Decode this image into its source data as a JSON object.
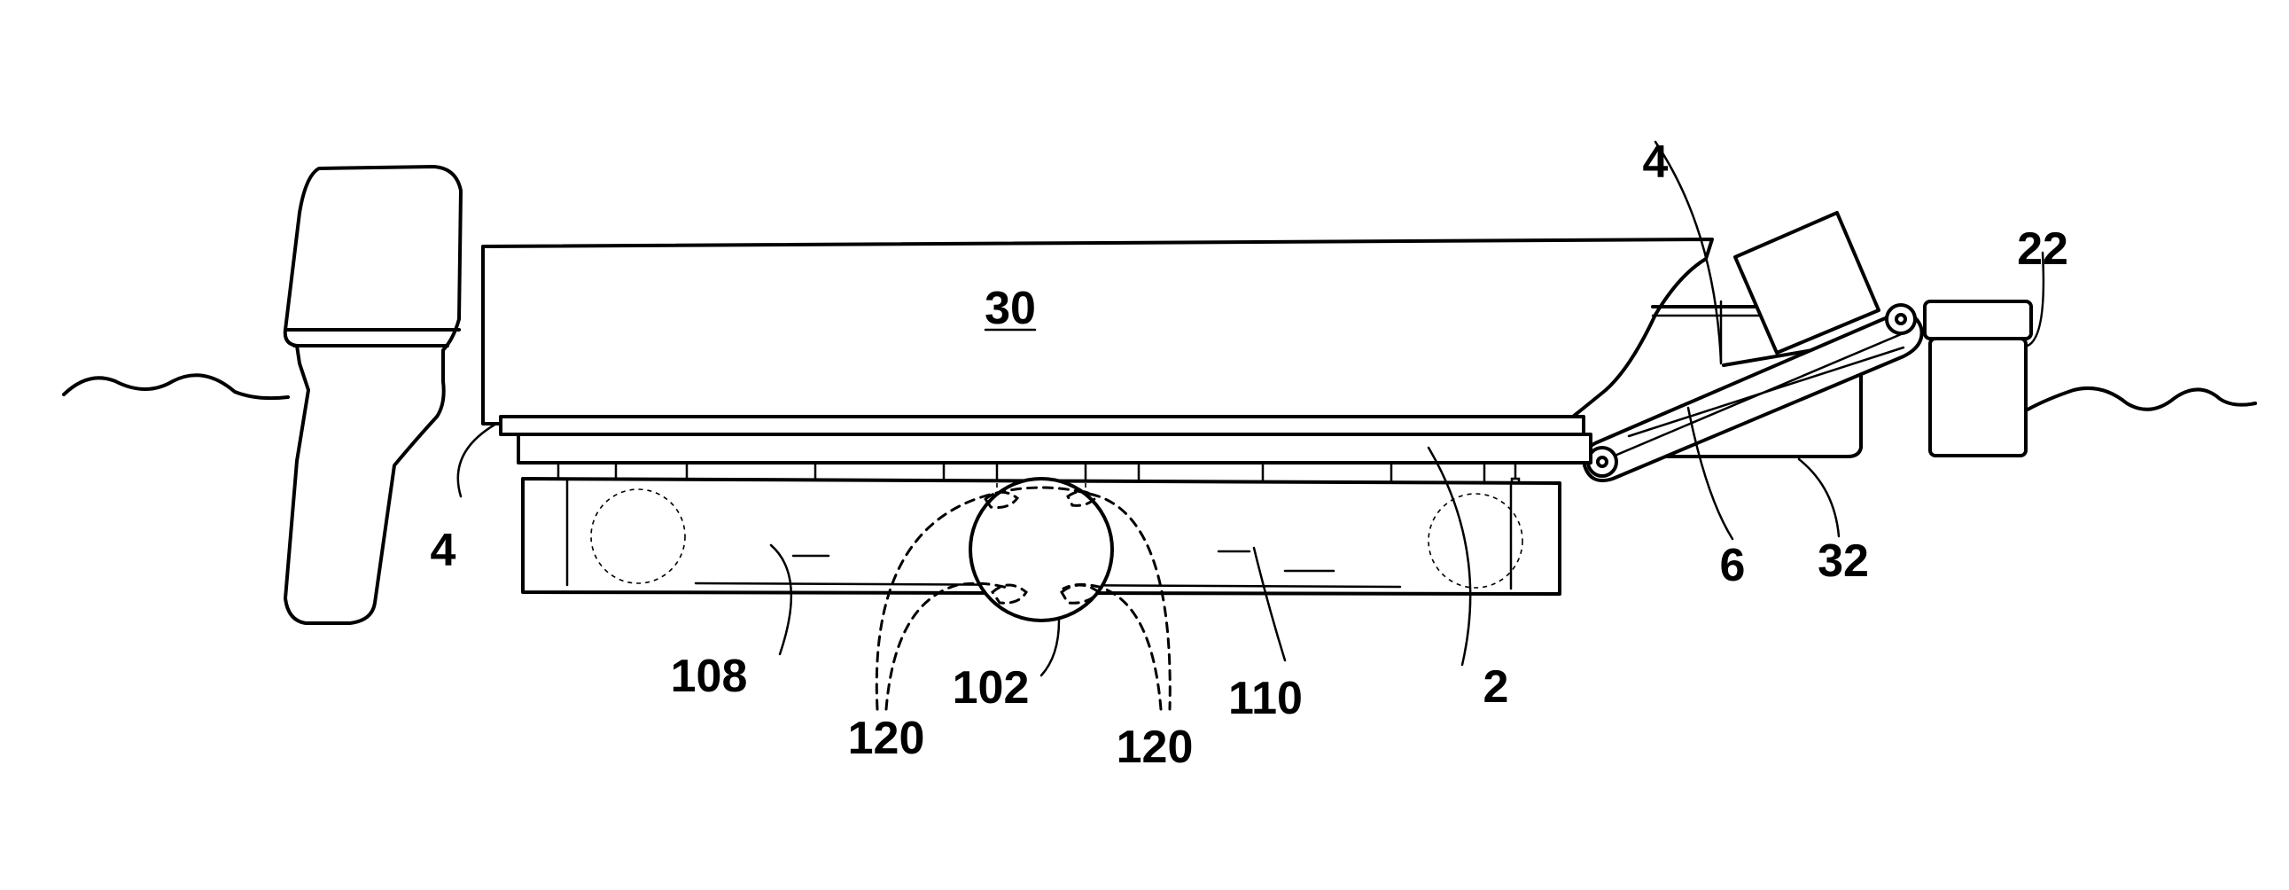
{
  "figure": {
    "labels": {
      "hopper": "30",
      "frame_left": "4",
      "frame_right": "4",
      "pump_unit": "22",
      "rail": "2",
      "arm": "6",
      "tank": "32",
      "float_left": "108",
      "float_right": "110",
      "hub": "102",
      "path_left": "120",
      "path_right": "120"
    }
  }
}
